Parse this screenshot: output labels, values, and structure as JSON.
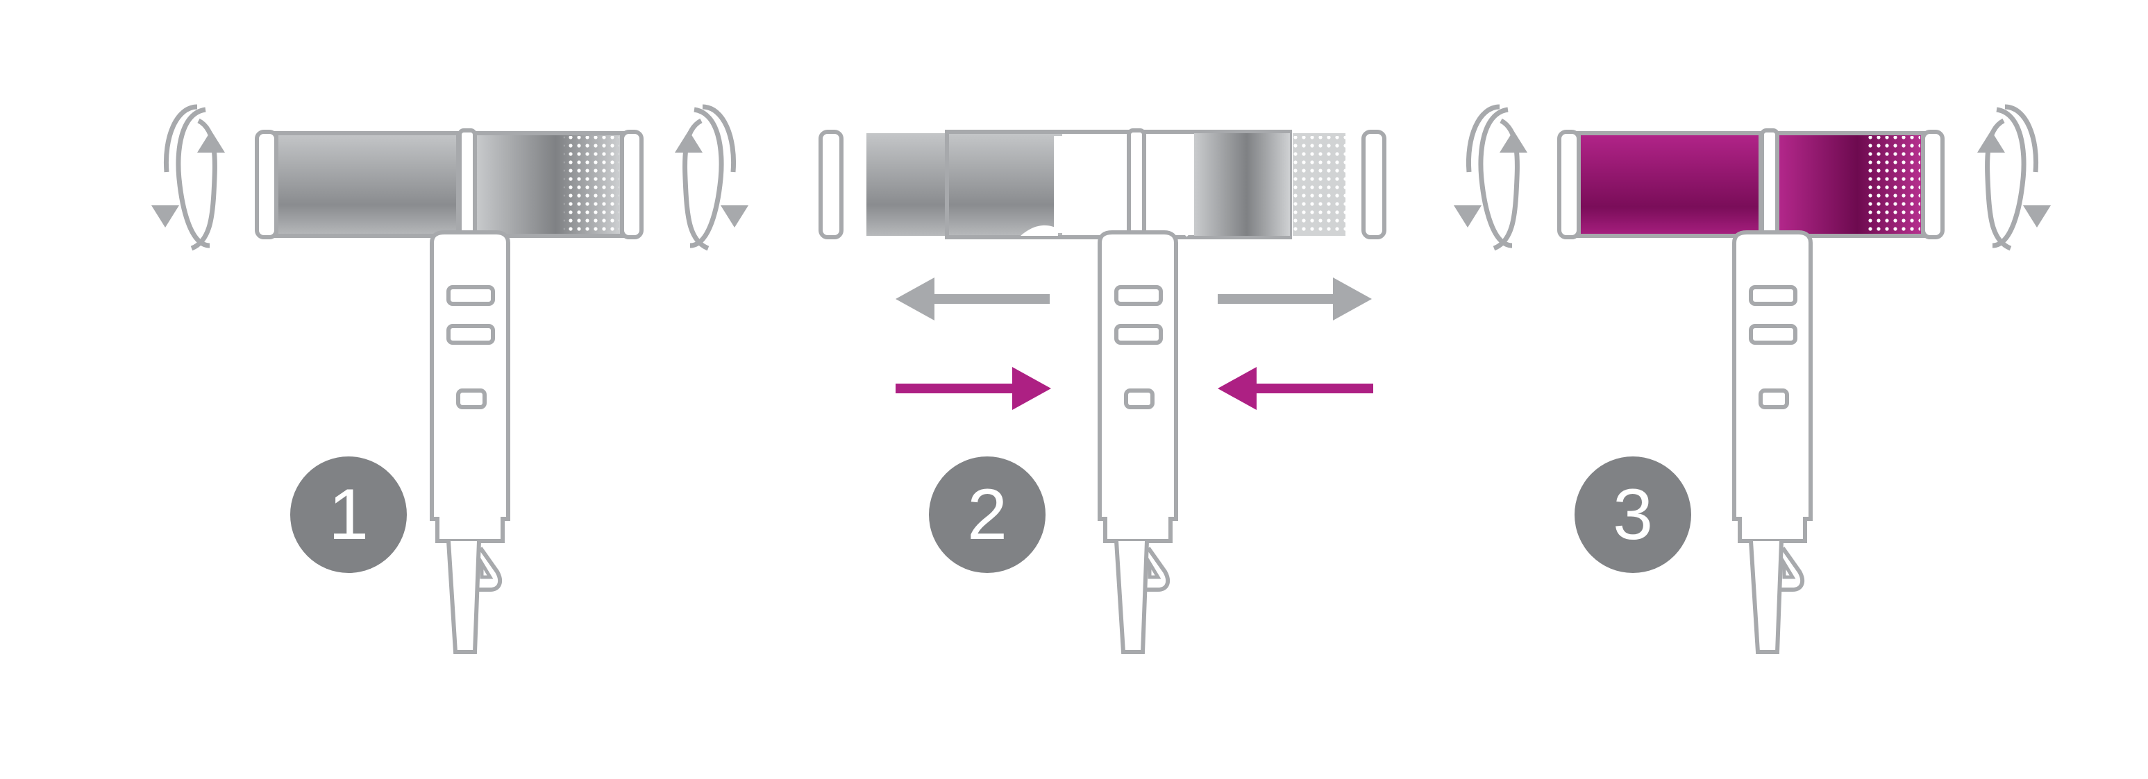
{
  "steps": [
    {
      "number": "1",
      "state": "rotate",
      "body_color": "silver"
    },
    {
      "number": "2",
      "state": "slide-open",
      "body_color": "silver"
    },
    {
      "number": "3",
      "state": "rotate",
      "body_color": "magenta"
    }
  ],
  "icons": {
    "step1": [
      "rotate-arrows-left-icon",
      "rotate-arrows-right-icon"
    ],
    "step2": [
      "arrow-left-icon",
      "arrow-right-icon",
      "arrow-inward-right-icon",
      "arrow-inward-left-icon"
    ],
    "step3": [
      "rotate-arrows-left-icon",
      "rotate-arrows-right-icon"
    ]
  },
  "colors": {
    "outline": "#a7a9ac",
    "silver_light": "#d1d3d4",
    "silver_dark": "#7d7f82",
    "magenta": "#ad2083",
    "magenta_dark": "#6d0a4f",
    "badge": "#808285",
    "arrow_gray": "#a7a9ac",
    "arrow_magenta": "#ad2083",
    "badge_text": "#ffffff"
  }
}
